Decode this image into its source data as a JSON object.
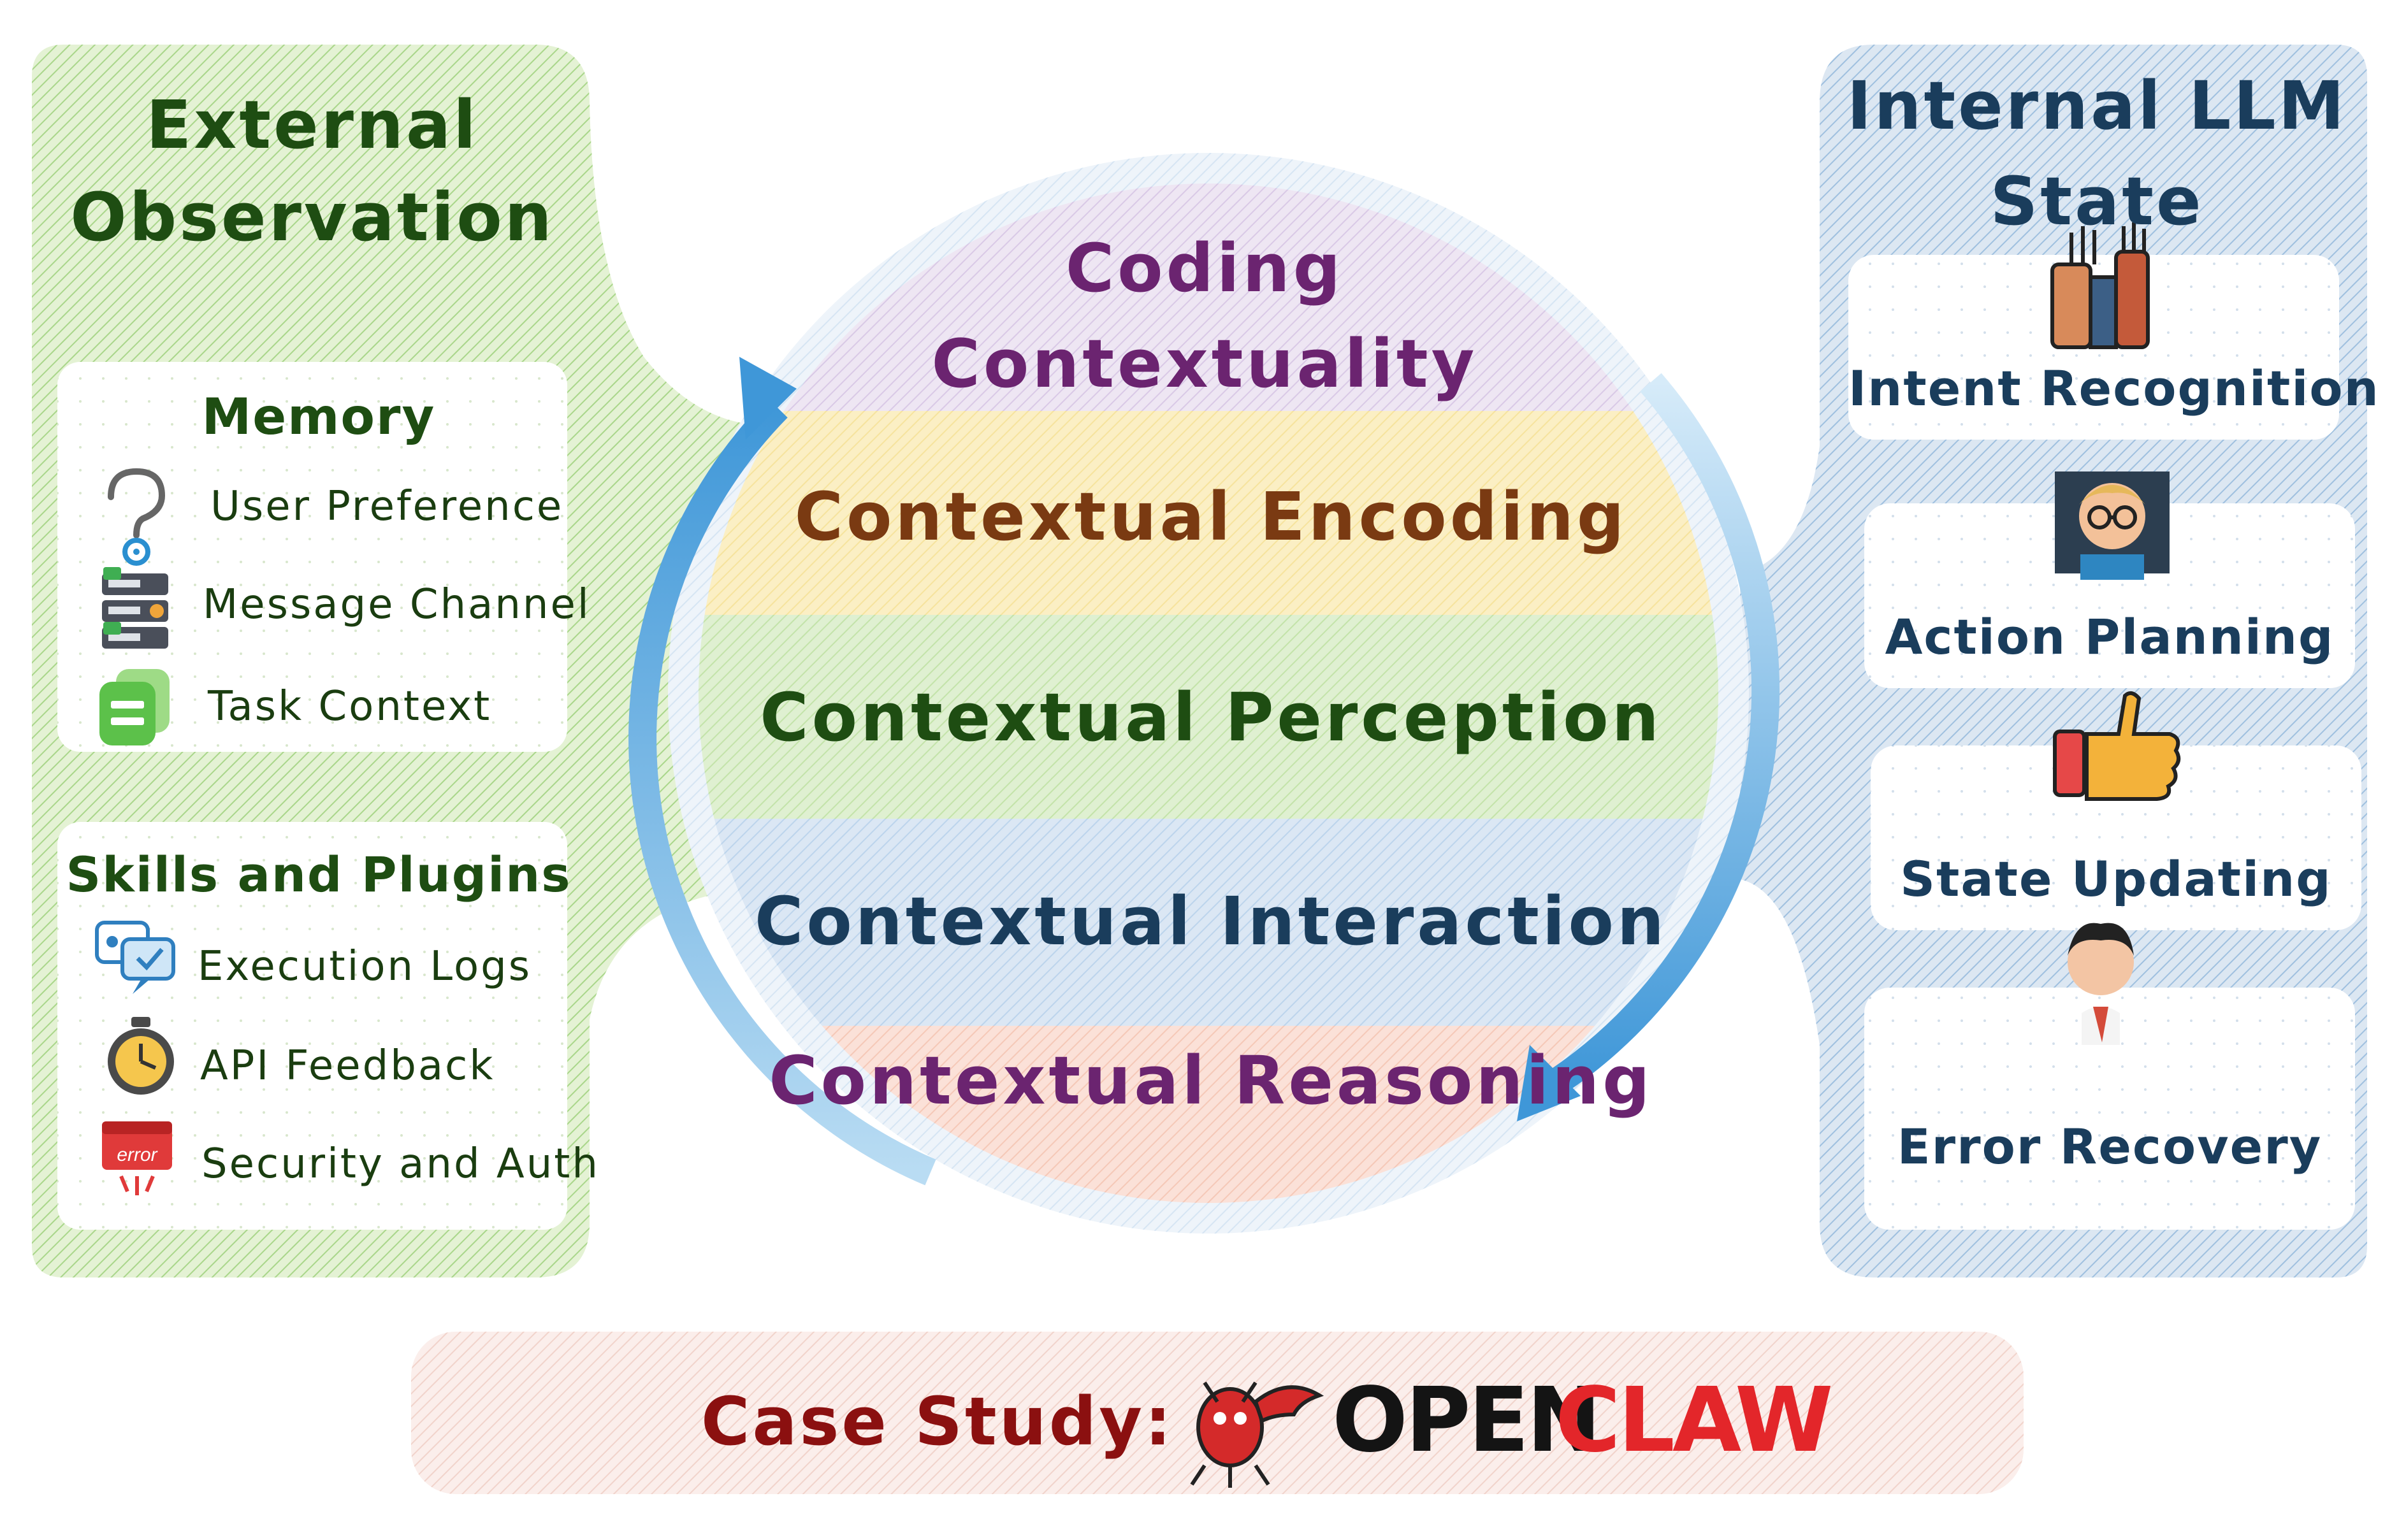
{
  "left_panel": {
    "title_line1": "External",
    "title_line2": "Observation",
    "memory": {
      "title": "Memory",
      "items": [
        "User Preference",
        "Message Channel",
        "Task Context"
      ],
      "icons": [
        "question-gear-icon",
        "server-rack-icon",
        "document-copy-icon"
      ]
    },
    "skills": {
      "title": "Skills and Plugins",
      "items": [
        "Execution Logs",
        "API Feedback",
        "Security and Auth"
      ],
      "icons": [
        "chat-bubbles-icon",
        "stopwatch-icon",
        "error-window-icon"
      ],
      "error_badge": "error"
    }
  },
  "center": {
    "layers": [
      {
        "line1": "Coding",
        "line2": "Contextuality",
        "color": "#6b2470"
      },
      {
        "line1": "Contextual Encoding",
        "color": "#7a3a12"
      },
      {
        "line1": "Contextual Perception",
        "color": "#1e4d12"
      },
      {
        "line1": "Contextual Interaction",
        "color": "#1a3d5c"
      },
      {
        "line1": "Contextual Reasoning",
        "color": "#6b2470"
      }
    ]
  },
  "right_panel": {
    "title_line1": "Internal LLM",
    "title_line2": "State",
    "items": [
      "Intent Recognition",
      "Action Planning",
      "State Updating",
      "Error Recovery"
    ],
    "icons": [
      "raised-hands-icon",
      "person-glasses-icon",
      "thumbs-up-icon",
      "person-scarf-icon"
    ]
  },
  "footer": {
    "label": "Case Study:",
    "logo_part1": "OPEN",
    "logo_part2": "CLAW"
  },
  "colors": {
    "green_text": "#1e4d12",
    "navy_text": "#1a3d5c",
    "red_text": "#8b1010",
    "arrow_blue": "#5aa6dd"
  }
}
